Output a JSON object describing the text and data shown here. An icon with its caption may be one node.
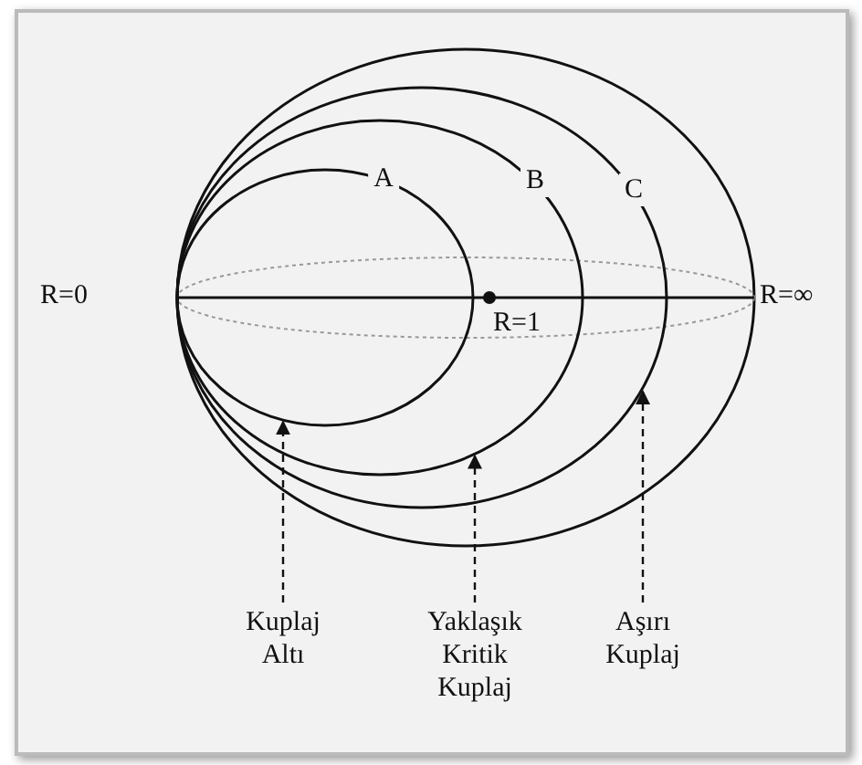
{
  "diagram": {
    "nodes": [
      {
        "text": [
          "A"
        ],
        "in": 1
      },
      {
        "text": [
          "B"
        ],
        "in": 2
      },
      {
        "text": [
          "C"
        ]
      },
      {
        "text": [
          "Kuplaj Altı"
        ]
      },
      {
        "text": [
          "Yaklaşık Kritik Kuplaj"
        ]
      },
      {
        "text": [
          "Aşırı Kuplaj"
        ]
      }
    ],
    "edges": [
      {
        "from": 3,
        "to": 0,
        "arrow": "to",
        "style": "dashed"
      },
      {
        "from": 4,
        "to": 1,
        "arrow": "to",
        "style": "dashed"
      },
      {
        "from": 5,
        "to": 2,
        "arrow": "to",
        "style": "dashed"
      }
    ],
    "labels": [
      "R=0",
      "R=1",
      "R=∞"
    ]
  }
}
